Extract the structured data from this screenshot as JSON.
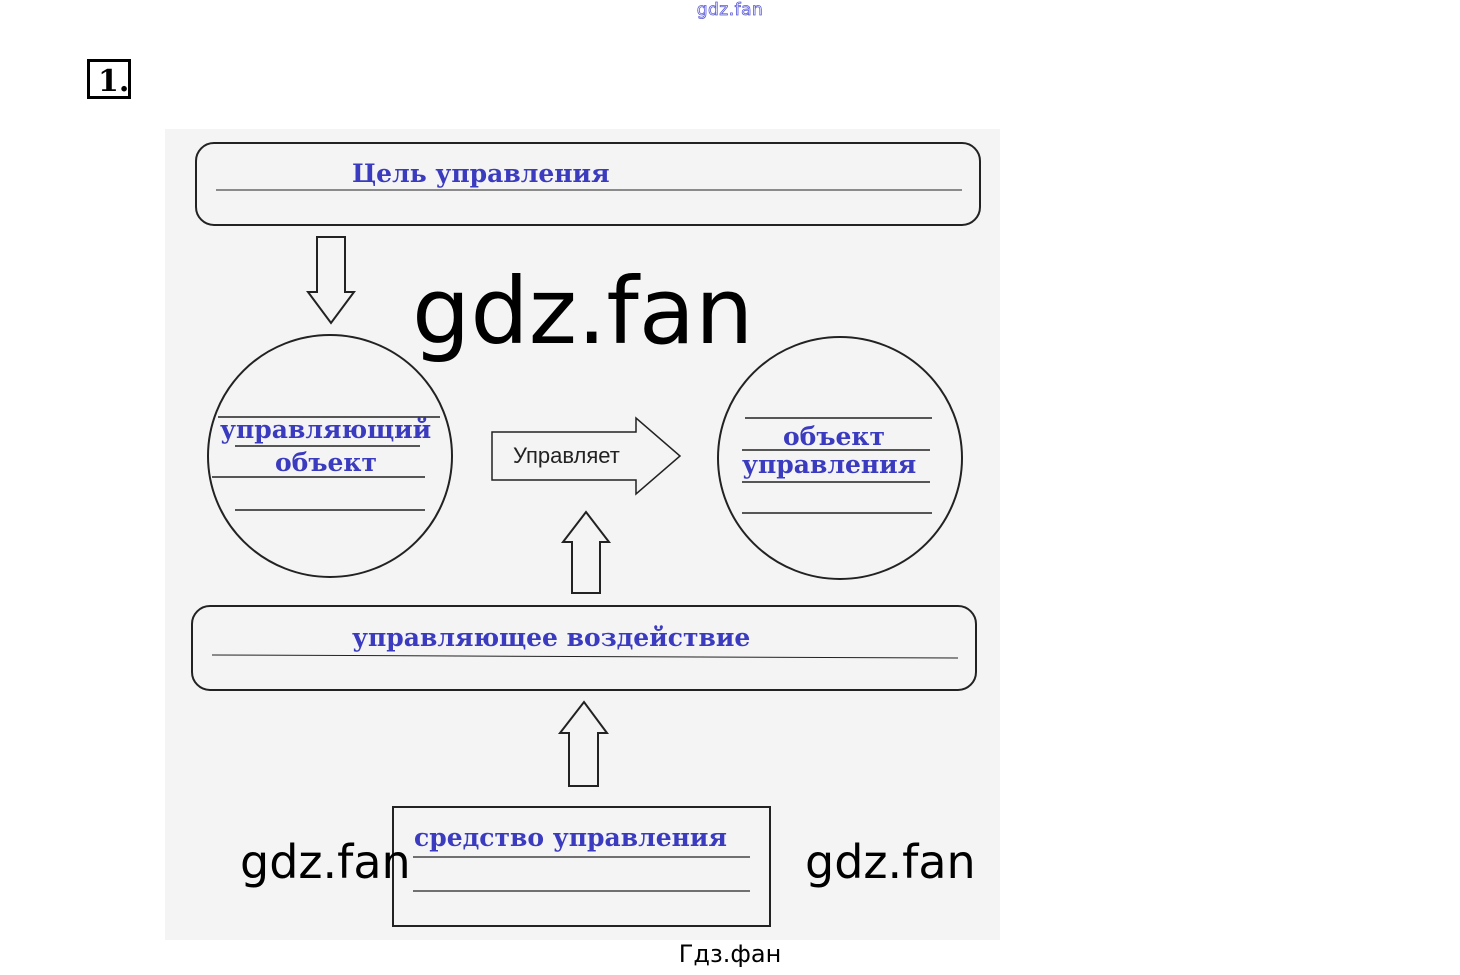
{
  "watermark_top": "gdz.fan",
  "task_number": "1.",
  "diagram": {
    "goal": "Цель управления",
    "controlling_object": [
      "управляющий",
      "объект"
    ],
    "arrow_label": "Управляет",
    "controlled_object": [
      "объект",
      "управления"
    ],
    "control_action": "управляющее воздействие",
    "control_means": "средство управления"
  },
  "watermarks": {
    "center": "gdz.fan",
    "left": "gdz.fan",
    "right": "gdz.fan"
  },
  "caption": "Гдз.фан"
}
